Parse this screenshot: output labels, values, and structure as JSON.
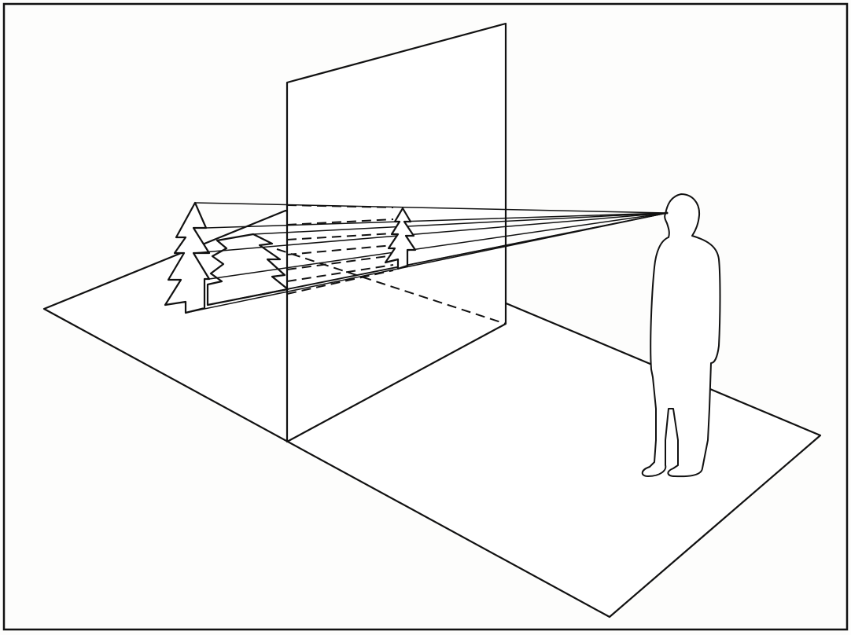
{
  "figure": {
    "subject": "",
    "background_color": "#fdfdfc",
    "ink_color": "#111111"
  },
  "elements": {
    "frame": "border-frame",
    "ground_plane": "ground-plane",
    "picture_plane": "picture-plane",
    "object": "tree-icon",
    "projected_image": "tree-icon",
    "observer": "person-icon"
  }
}
